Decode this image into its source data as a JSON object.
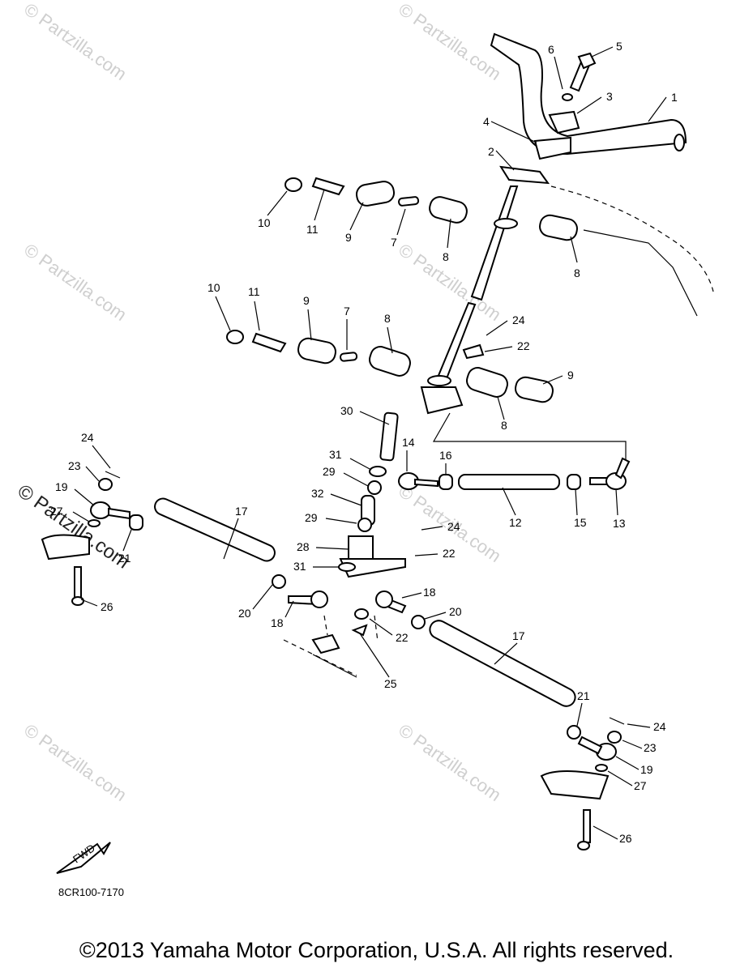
{
  "diagram": {
    "reference_code": "8CR100-7170",
    "fwd_label": "FWD",
    "copyright": "©2013 Yamaha Motor Corporation, U.S.A. All rights reserved.",
    "watermark_text": "© Partzilla.com",
    "callouts": [
      "1",
      "2",
      "3",
      "4",
      "5",
      "6",
      "7",
      "8",
      "9",
      "10",
      "11",
      "12",
      "13",
      "14",
      "15",
      "16",
      "17",
      "18",
      "19",
      "20",
      "21",
      "22",
      "23",
      "24",
      "25",
      "26",
      "27",
      "28",
      "29",
      "30",
      "31",
      "32"
    ]
  }
}
